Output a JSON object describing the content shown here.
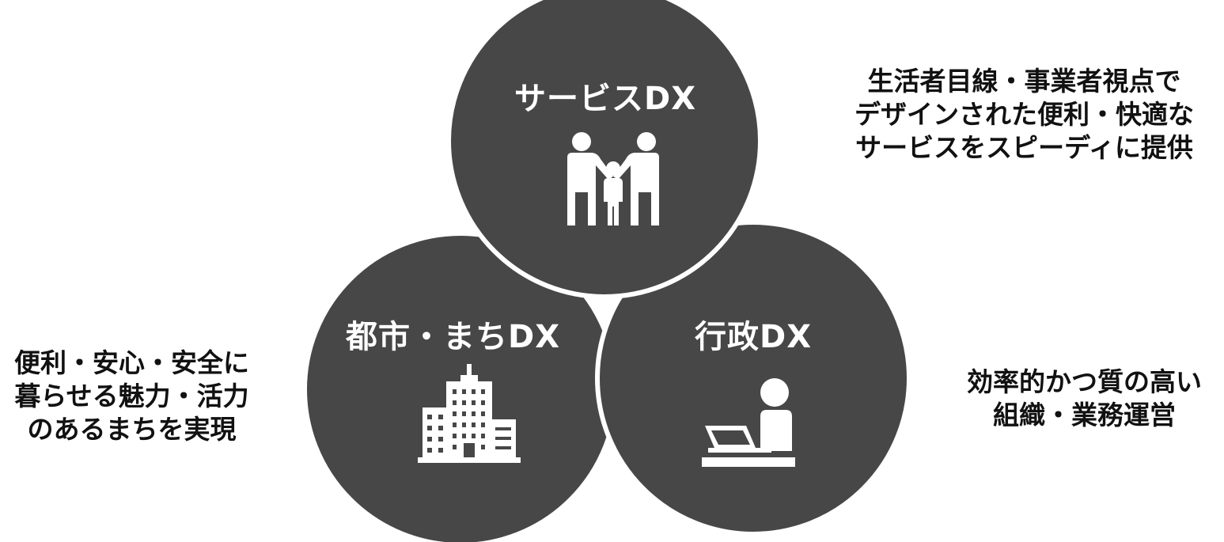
{
  "colors": {
    "circle_fill": "#474747",
    "circle_border": "#ffffff",
    "icon": "#ffffff",
    "text_dark": "#111111"
  },
  "circles": {
    "service": {
      "title": "サービスDX",
      "icon": "family-icon"
    },
    "city": {
      "title": "都市・まちDX",
      "icon": "building-icon"
    },
    "government": {
      "title": "行政DX",
      "icon": "office-worker-icon"
    }
  },
  "descriptions": {
    "service": [
      "生活者目線・事業者視点で",
      "デザインされた便利・快適な",
      "サービスをスピーディに提供"
    ],
    "city": [
      "便利・安心・安全に",
      "暮らせる魅力・活力",
      "のあるまちを実現"
    ],
    "government": [
      "効率的かつ質の高い",
      "組織・業務運営"
    ]
  }
}
